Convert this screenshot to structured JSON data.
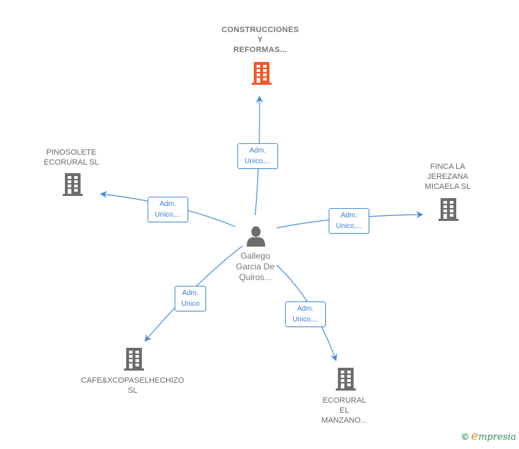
{
  "colors": {
    "edge": "#4a8fd9",
    "highlight_company": "#f05a2b",
    "company": "#6d6d6d",
    "person": "#6d6d6d"
  },
  "center": {
    "name": "Gallego\nGarcia De\nQuiros...",
    "icon": "person-icon"
  },
  "companies": [
    {
      "id": "construcciones",
      "name": "CONSTRUCCIONES\nY\nREFORMAS...",
      "highlighted": true,
      "role": "Adm.\nUnico,..."
    },
    {
      "id": "pinosolete",
      "name": "PINOSOLETE\nECORURAL  SL",
      "highlighted": false,
      "role": "Adm.\nUnico,..."
    },
    {
      "id": "finca",
      "name": "FINCA LA\nJEREZANA\nMICAELA  SL",
      "highlighted": false,
      "role": "Adm.\nUnico,..."
    },
    {
      "id": "cafe",
      "name": "CAFE&XCOPASELHECHIZO\nSL",
      "highlighted": false,
      "role": "Adm.\nUnico"
    },
    {
      "id": "ecorural",
      "name": "ECORURAL\nEL\nMANZANO...",
      "highlighted": false,
      "role": "Adm.\nUnico,..."
    }
  ],
  "footer": {
    "copyright": "©",
    "brand_initial": "e",
    "brand_rest": "mpresia"
  }
}
